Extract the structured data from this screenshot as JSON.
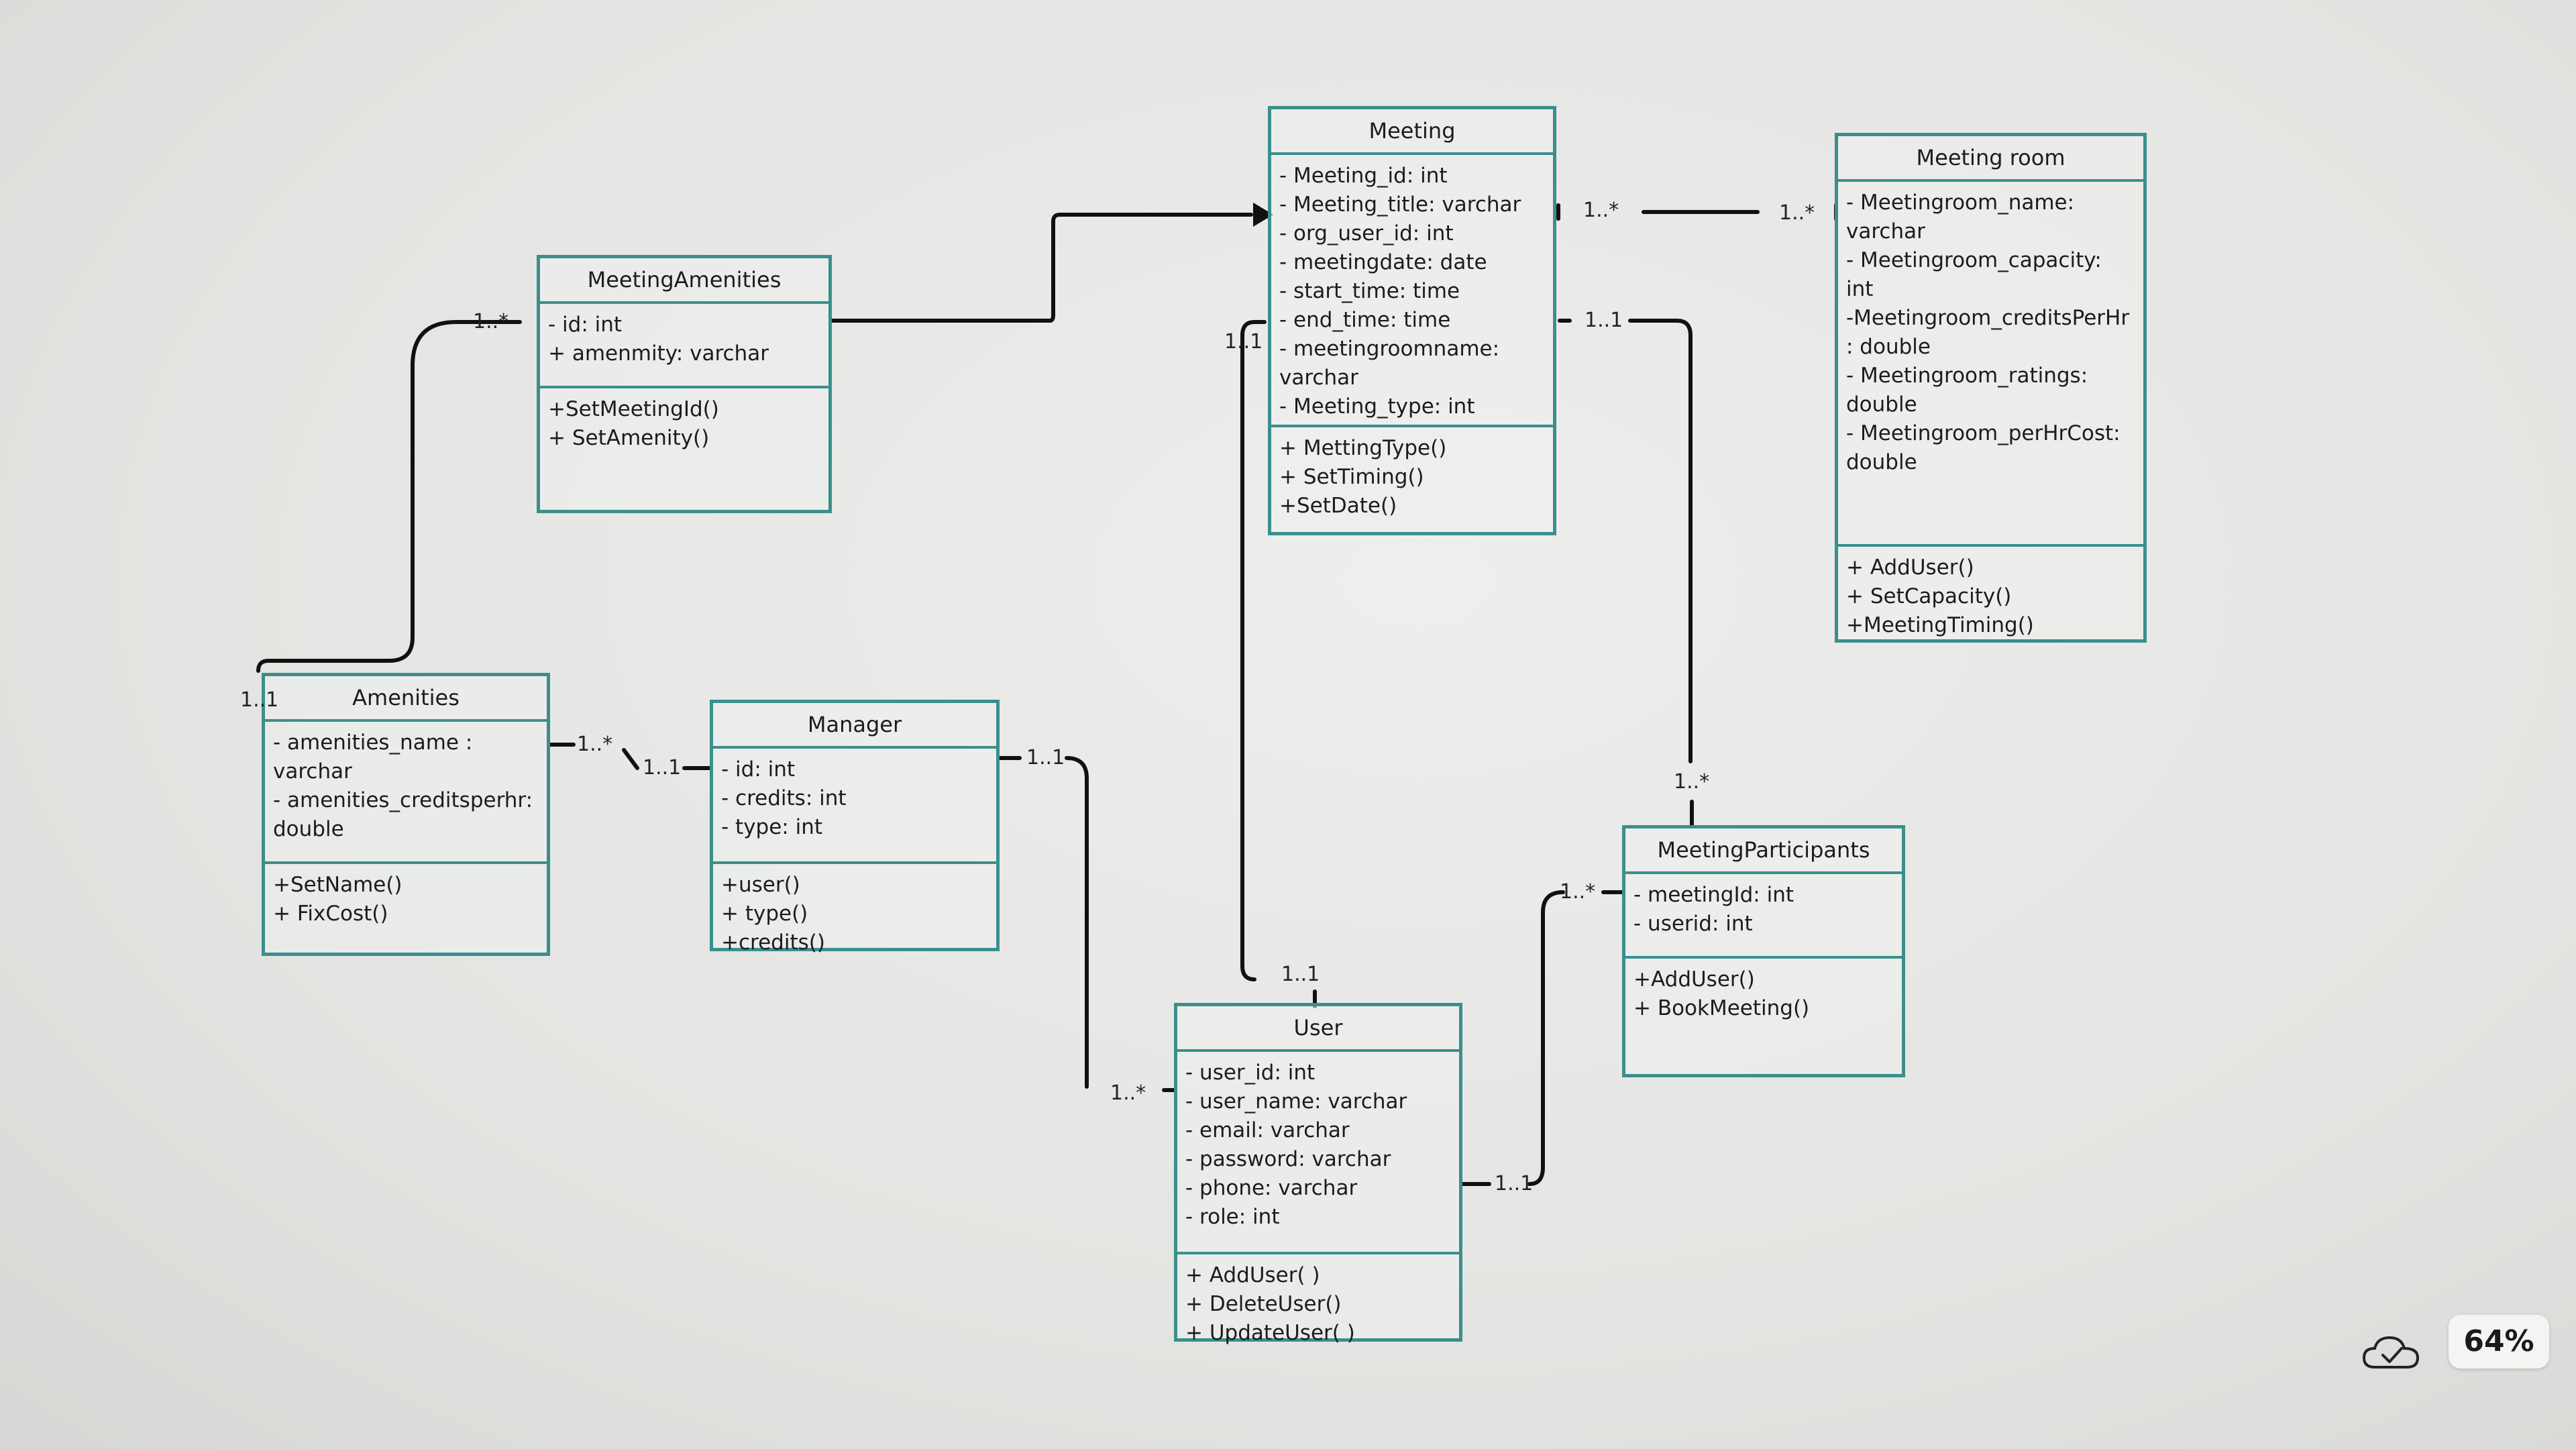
{
  "classes": {
    "meeting": {
      "name": "Meeting",
      "attributes": [
        "- Meeting_id: int",
        "- Meeting_title: varchar",
        "- org_user_id: int",
        "- meetingdate: date",
        "- start_time: time",
        "- end_time: time",
        "- meetingroomname: varchar",
        "- Meeting_type: int"
      ],
      "methods": [
        "+ MettingType()",
        "+ SetTiming()",
        "+SetDate()"
      ]
    },
    "meeting_room": {
      "name": "Meeting room",
      "attributes": [
        "- Meetingroom_name: varchar",
        "- Meetingroom_capacity: int",
        "-Meetingroom_creditsPerHr : double",
        "- Meetingroom_ratings: double",
        "- Meetingroom_perHrCost: double"
      ],
      "methods": [
        "+ AddUser()",
        "+ SetCapacity()",
        "+MeetingTiming()"
      ]
    },
    "meeting_amenities": {
      "name": "MeetingAmenities",
      "attributes": [
        "- id: int",
        "+ amenmity: varchar"
      ],
      "methods": [
        "+SetMeetingId()",
        "+ SetAmenity()"
      ]
    },
    "amenities": {
      "name": "Amenities",
      "attributes": [
        "- amenities_name : varchar",
        "- amenities_creditsperhr: double"
      ],
      "methods": [
        "+SetName()",
        "+ FixCost()"
      ]
    },
    "manager": {
      "name": "Manager",
      "attributes": [
        "- id: int",
        "- credits: int",
        "- type: int"
      ],
      "methods": [
        "+user()",
        "+ type()",
        "+credits()"
      ]
    },
    "user": {
      "name": "User",
      "attributes": [
        "- user_id: int",
        "- user_name: varchar",
        "- email: varchar",
        "- password: varchar",
        "- phone: varchar",
        "- role: int"
      ],
      "methods": [
        "+ AddUser( )",
        "+ DeleteUser()",
        "+ UpdateUser( )"
      ]
    },
    "meeting_participants": {
      "name": "MeetingParticipants",
      "attributes": [
        "- meetingId: int",
        "- userid: int"
      ],
      "methods": [
        "+AddUser()",
        "+ BookMeeting()"
      ]
    }
  },
  "multiplicities": {
    "meeting_room_left": "1..*",
    "meeting_room_right": "1..*",
    "meeting_participants_top": "1..1",
    "meeting_user_top": "1..1",
    "amen_ma": "1..*",
    "amen_top": "1..1",
    "amen_mgr": "1..*",
    "mgr_amen": "1..1",
    "mgr_user": "1..1",
    "user_mgr": "1..*",
    "user_bottom": "1..1",
    "user_mp": "1..1",
    "mp_user": "1..*",
    "mp_top": "1..*"
  },
  "status": {
    "zoom": "64%",
    "cloud_icon": "cloud-check-icon"
  }
}
